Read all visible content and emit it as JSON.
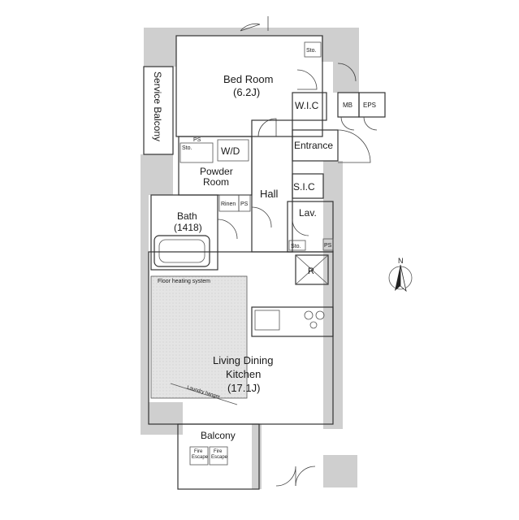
{
  "rooms": {
    "bedroom_name": "Bed Room",
    "bedroom_size": "(6.2J)",
    "wic": "W.I.C",
    "mb": "MB",
    "eps": "EPS",
    "sto_top": "Sto.",
    "sto_wd": "Sto.",
    "ps_top": "PS",
    "wd": "W/D",
    "entrance": "Entrance",
    "powder_line1": "Powder",
    "powder_line2": "Room",
    "hall": "Hall",
    "sic": "S.I.C",
    "bath_name": "Bath",
    "bath_size": "(1418)",
    "rinen": "Rinen",
    "ps_mid": "PS",
    "lav": "Lav.",
    "sto_lav": "Sto.",
    "ps_lav": "PS",
    "refrigerator": "R",
    "floor_heating": "Floor heating system",
    "ldk_line1": "Living Dining",
    "ldk_line2": "Kitchen",
    "ldk_size": "(17.1J)",
    "laundry": "Laundry hanger",
    "balcony": "Balcony",
    "service_balcony": "Service Balcony",
    "fire_escape_1a": "Fire",
    "fire_escape_1b": "Escape",
    "fire_escape_2a": "Fire",
    "fire_escape_2b": "Escape",
    "north": "N"
  },
  "colors": {
    "wall": "#cfcfcf",
    "floor_heating": "#e2e2e2",
    "line": "#333333"
  }
}
